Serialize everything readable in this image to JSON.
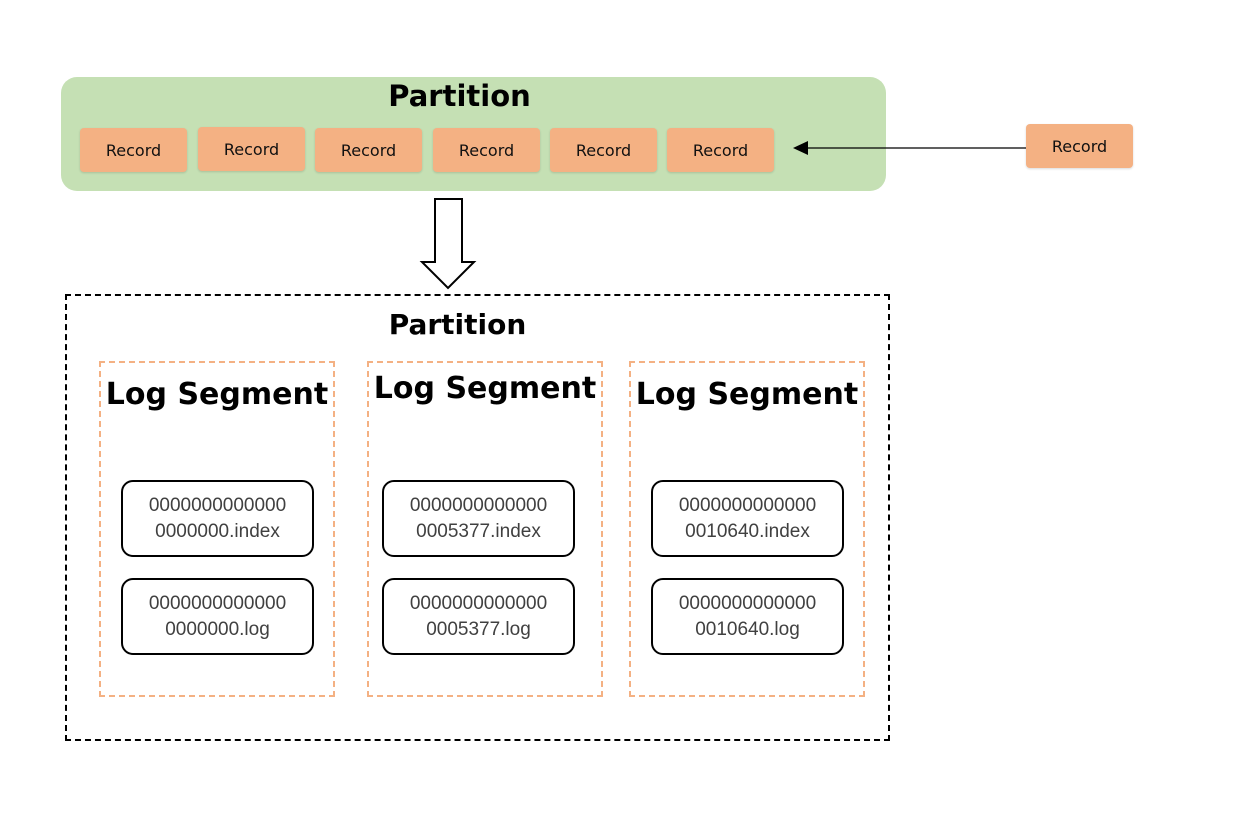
{
  "top_partition": {
    "title": "Partition",
    "records": [
      "Record",
      "Record",
      "Record",
      "Record",
      "Record",
      "Record"
    ]
  },
  "incoming_record": "Record",
  "bottom_partition": {
    "title": "Partition",
    "segments": [
      {
        "title": "Log Segment",
        "index_file": {
          "line1": "0000000000000",
          "line2": "0000000.index"
        },
        "log_file": {
          "line1": "0000000000000",
          "line2": "0000000.log"
        }
      },
      {
        "title": "Log Segment",
        "index_file": {
          "line1": "0000000000000",
          "line2": "0005377.index"
        },
        "log_file": {
          "line1": "0000000000000",
          "line2": "0005377.log"
        }
      },
      {
        "title": "Log Segment",
        "index_file": {
          "line1": "0000000000000",
          "line2": "0010640.index"
        },
        "log_file": {
          "line1": "0000000000000",
          "line2": "0010640.log"
        }
      }
    ]
  },
  "colors": {
    "partition_fill": "#c5e0b4",
    "record_fill": "#f4b183",
    "segment_border": "#f4b183"
  }
}
